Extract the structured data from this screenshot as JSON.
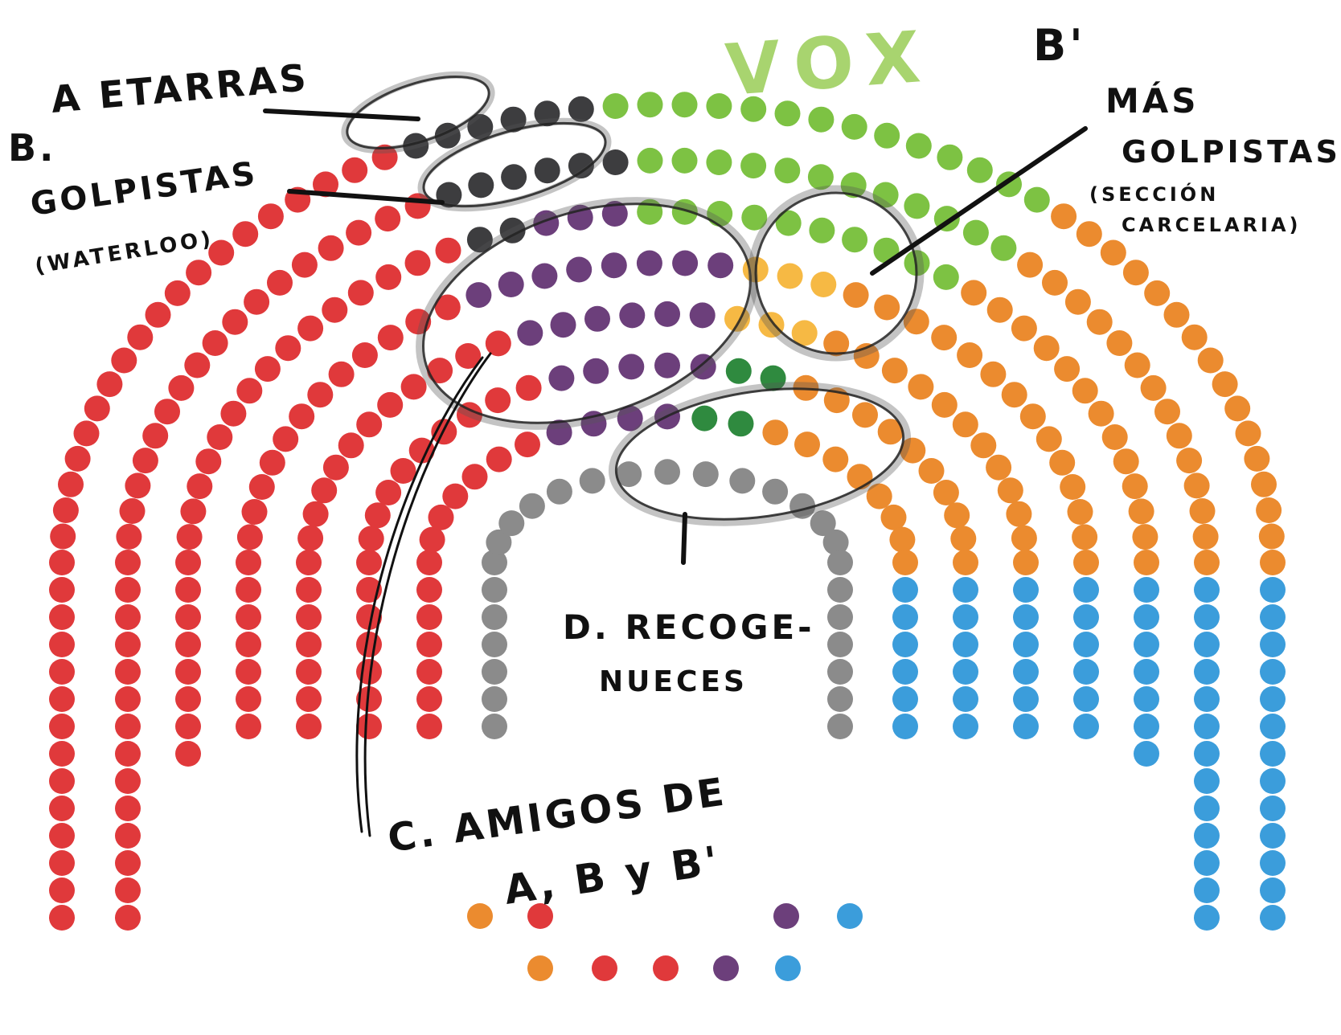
{
  "colors": {
    "red": "#e0393b",
    "dark": "#3d3d3f",
    "purple": "#6c3f7b",
    "vox_green": "#7dc243",
    "dark_green": "#2f8a3f",
    "yellow": "#f6b944",
    "orange": "#eb8b2f",
    "blue": "#3b9ddb",
    "gray": "#8b8b8b"
  },
  "annotations": {
    "vox": "VOX",
    "a": "A  ETARRAS",
    "b_letter": "B.",
    "b_line1": "GOLPISTAS",
    "b_line2": "(WATERLOO)",
    "bp_letter": "B'",
    "bp_line1": "MÁS",
    "bp_line2": "GOLPISTAS",
    "bp_line3": "(SECCIÓN",
    "bp_line4": "CARCELARIA)",
    "d_line1": "D. RECOGE-",
    "d_line2": "NUECES",
    "c_line1": "C. AMIGOS DE",
    "c_line2": "A, B y B'"
  },
  "loose_seats": {
    "row1": [
      "orange",
      "red",
      "purple",
      "blue"
    ],
    "row2": [
      "orange",
      "red",
      "red",
      "purple",
      "blue"
    ]
  }
}
